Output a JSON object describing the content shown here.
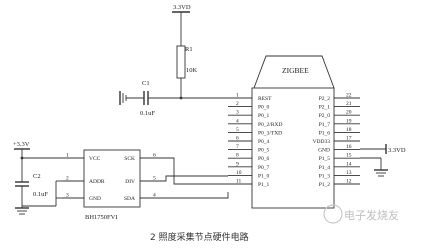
{
  "power": {
    "top_label": "3.3VD",
    "left_label": "+3.3V",
    "right_label": "3.3VD"
  },
  "r1": {
    "name": "R1",
    "value": "10K"
  },
  "c1": {
    "name": "C1",
    "value": "0.1uF"
  },
  "c2": {
    "name": "C2",
    "value": "0.1uF"
  },
  "zigbee": {
    "title": "ZIGBEE",
    "left_pins": [
      {
        "num": "1",
        "name": "REST"
      },
      {
        "num": "2",
        "name": "P0_0"
      },
      {
        "num": "3",
        "name": "P0_1"
      },
      {
        "num": "4",
        "name": "P0_2/RXD"
      },
      {
        "num": "5",
        "name": "P0_3/TXD"
      },
      {
        "num": "6",
        "name": "P0_4"
      },
      {
        "num": "7",
        "name": "P0_5"
      },
      {
        "num": "8",
        "name": "P0_6"
      },
      {
        "num": "9",
        "name": "P0_7"
      },
      {
        "num": "10",
        "name": "P1_0"
      },
      {
        "num": "11",
        "name": "P1_1"
      }
    ],
    "right_pins": [
      {
        "num": "22",
        "name": "P2_2"
      },
      {
        "num": "21",
        "name": "P2_1"
      },
      {
        "num": "20",
        "name": "P2_0"
      },
      {
        "num": "19",
        "name": "P1_7"
      },
      {
        "num": "18",
        "name": "P1_6"
      },
      {
        "num": "17",
        "name": "VDD33"
      },
      {
        "num": "16",
        "name": "GND"
      },
      {
        "num": "15",
        "name": "P1_5"
      },
      {
        "num": "14",
        "name": "P1_4"
      },
      {
        "num": "13",
        "name": "P1_3"
      },
      {
        "num": "12",
        "name": "P1_2"
      }
    ]
  },
  "sensor": {
    "part": "BH1750FVI",
    "left_pins": [
      {
        "num": "1",
        "name": "VCC"
      },
      {
        "num": "2",
        "name": "ADDR"
      },
      {
        "num": "3",
        "name": "GND"
      }
    ],
    "right_pins": [
      {
        "num": "6",
        "name": "SCK"
      },
      {
        "num": "5",
        "name": "DIV"
      },
      {
        "num": "4",
        "name": "SDA"
      }
    ]
  },
  "caption": "2 照度采集节点硬件电路",
  "watermark": "电子发烧友"
}
